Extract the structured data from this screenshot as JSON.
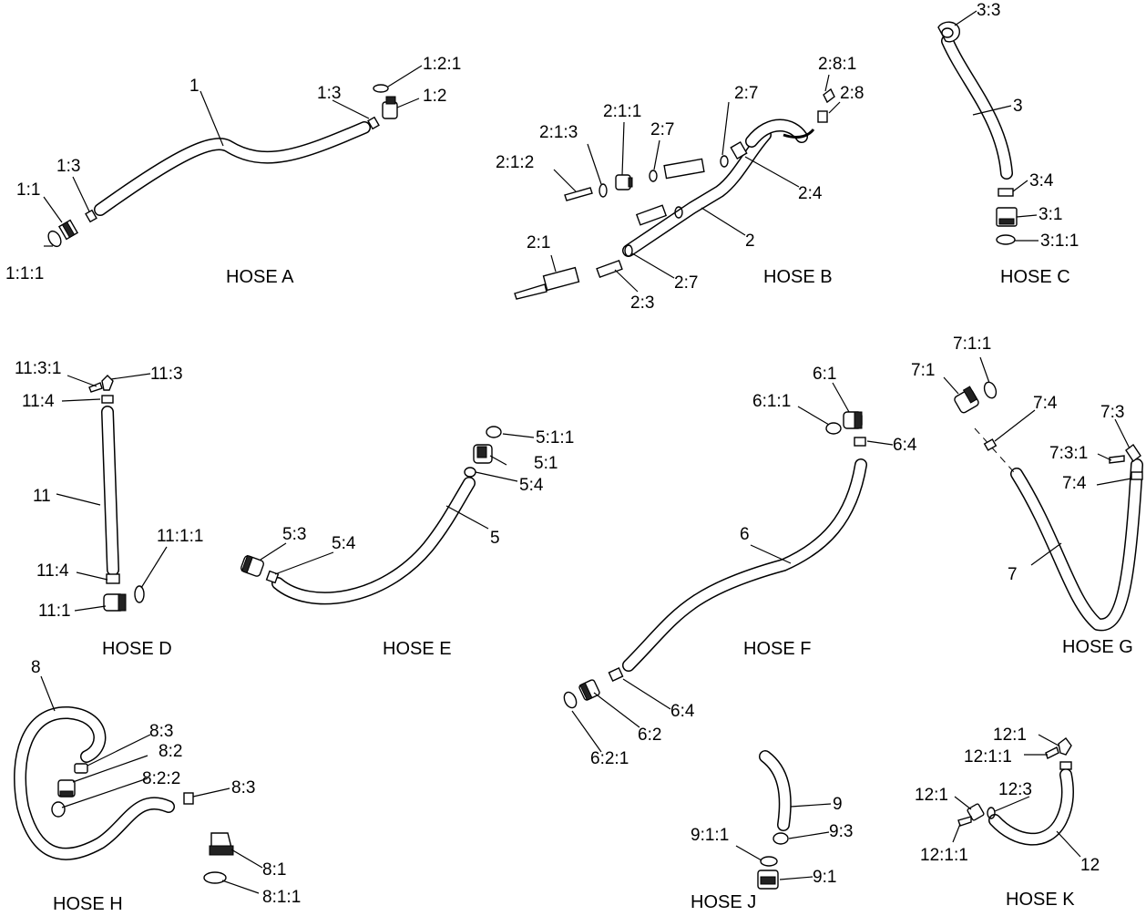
{
  "hoses": [
    {
      "id": "A",
      "title": "HOSE A",
      "labels": [
        "1",
        "1:1",
        "1:1:1",
        "1:2",
        "1:2:1",
        "1:3",
        "1:3"
      ]
    },
    {
      "id": "B",
      "title": "HOSE B",
      "labels": [
        "2",
        "2:1",
        "2:1:1",
        "2:1:2",
        "2:1:3",
        "2:3",
        "2:4",
        "2:7",
        "2:7",
        "2:7",
        "2:8",
        "2:8:1"
      ]
    },
    {
      "id": "C",
      "title": "HOSE C",
      "labels": [
        "3",
        "3:1",
        "3:1:1",
        "3:3",
        "3:4"
      ]
    },
    {
      "id": "D",
      "title": "HOSE D",
      "labels": [
        "11",
        "11:1",
        "11:1:1",
        "11:3",
        "11:3:1",
        "11:4",
        "11:4"
      ]
    },
    {
      "id": "E",
      "title": "HOSE E",
      "labels": [
        "5",
        "5:1",
        "5:1:1",
        "5:3",
        "5:4",
        "5:4"
      ]
    },
    {
      "id": "F",
      "title": "HOSE F",
      "labels": [
        "6",
        "6:1",
        "6:1:1",
        "6:2",
        "6:2:1",
        "6:4",
        "6:4"
      ]
    },
    {
      "id": "G",
      "title": "HOSE G",
      "labels": [
        "7",
        "7:1",
        "7:1:1",
        "7:3",
        "7:3:1",
        "7:4",
        "7:4"
      ]
    },
    {
      "id": "H",
      "title": "HOSE H",
      "labels": [
        "8",
        "8:1",
        "8:1:1",
        "8:2",
        "8:2:2",
        "8:3",
        "8:3"
      ]
    },
    {
      "id": "J",
      "title": "HOSE J",
      "labels": [
        "9",
        "9:1",
        "9:1:1",
        "9:3"
      ]
    },
    {
      "id": "K",
      "title": "HOSE K",
      "labels": [
        "12",
        "12:1",
        "12:1",
        "12:1:1",
        "12:1:1",
        "12:3"
      ]
    }
  ]
}
